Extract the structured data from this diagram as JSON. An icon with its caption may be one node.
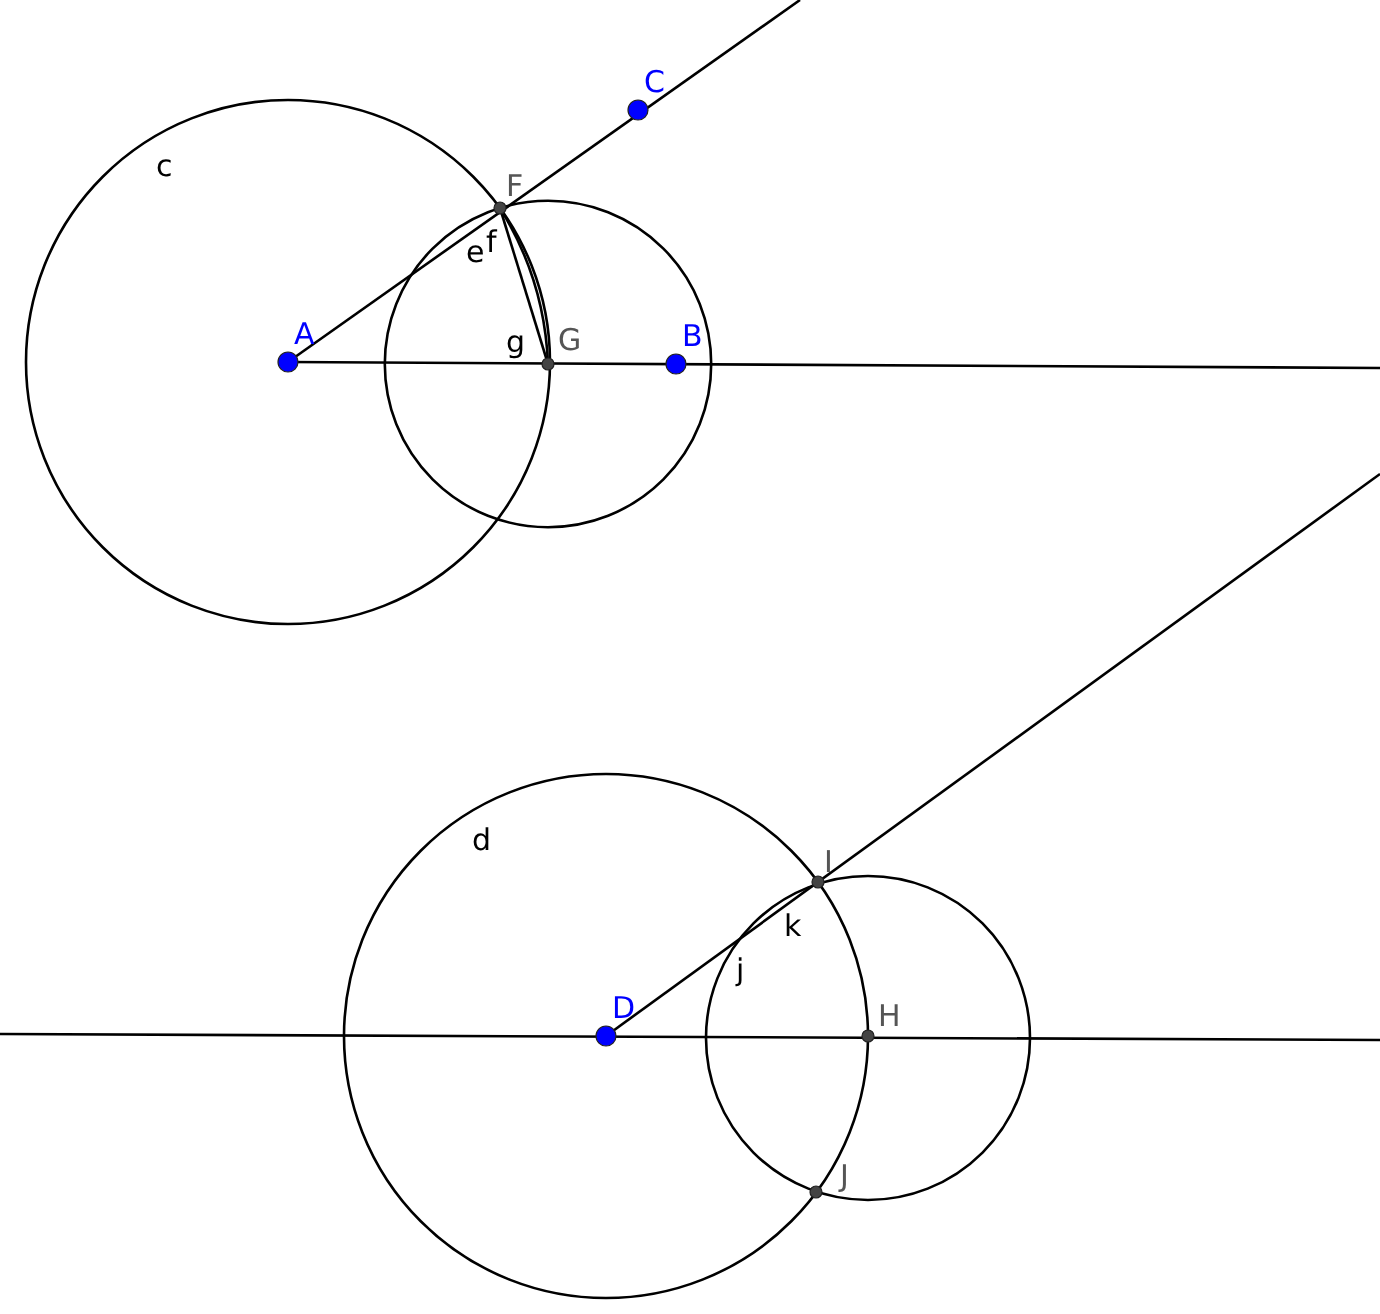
{
  "diagram": {
    "nodes": [
      {
        "text": [
          "A"
        ]
      },
      {
        "text": [
          "B"
        ]
      },
      {
        "text": [
          "C"
        ]
      },
      {
        "text": [
          "F"
        ]
      },
      {
        "text": [
          "G"
        ]
      },
      {
        "text": [
          "D"
        ]
      },
      {
        "text": [
          "I"
        ]
      },
      {
        "text": [
          "H"
        ]
      },
      {
        "text": [
          "J"
        ]
      }
    ],
    "labels": [
      "c",
      "e",
      "f",
      "g",
      "d",
      "k",
      "j"
    ]
  }
}
